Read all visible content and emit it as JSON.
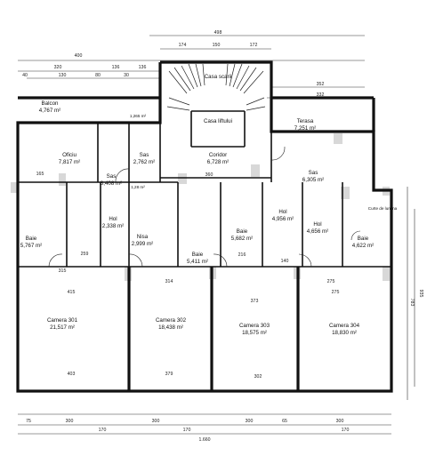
{
  "rooms": [
    {
      "name": "Balcon",
      "area": "4,767 m²"
    },
    {
      "name": "Oficiu",
      "area": "7,817 m²"
    },
    {
      "name": "Sas",
      "area": "3,408 m²"
    },
    {
      "name": "Sas",
      "area": "2,762 m²"
    },
    {
      "name": "Casa scarii",
      "area": ""
    },
    {
      "name": "Casa liftului",
      "area": ""
    },
    {
      "name": "Coridor",
      "area": "6,728 m²"
    },
    {
      "name": "Terasa",
      "area": "7,251 m²"
    },
    {
      "name": "Sas",
      "area": "6,305 m²"
    },
    {
      "name": "Hol",
      "area": "4,956 m²"
    },
    {
      "name": "Hol",
      "area": "4,656 m²"
    },
    {
      "name": "Baie",
      "area": "5,767 m²"
    },
    {
      "name": "Hol",
      "area": "2,338 m²"
    },
    {
      "name": "Nisa",
      "area": "2,999 m²"
    },
    {
      "name": "Baie",
      "area": "5,411 m²"
    },
    {
      "name": "Baie",
      "area": "5,682 m²"
    },
    {
      "name": "Baie",
      "area": "4,622 m²"
    },
    {
      "name": "Camera 301",
      "area": "21,517 m²"
    },
    {
      "name": "Camera 302",
      "area": "18,438 m²"
    },
    {
      "name": "Camera 303",
      "area": "18,575 m²"
    },
    {
      "name": "Camera 304",
      "area": "18,830 m²"
    }
  ],
  "extra_labels": {
    "sas_small": "1,265 m²",
    "sas_small2": "1,28 m²",
    "curte": "Curte de lumina"
  },
  "dimensions_top": [
    "498",
    "400",
    "320",
    "174",
    "150",
    "172",
    "136",
    "136",
    "40",
    "130",
    "80",
    "30",
    "352",
    "332"
  ],
  "dimensions_bottom": [
    "75",
    "300",
    "170",
    "300",
    "170",
    "300",
    "65",
    "300",
    "170",
    "1.660"
  ],
  "dimensions_inner": [
    "415",
    "403",
    "379",
    "302",
    "315",
    "314",
    "373",
    "275",
    "165",
    "140",
    "259",
    "216",
    "275",
    "360"
  ],
  "dimensions_side": [
    "935",
    "783"
  ]
}
